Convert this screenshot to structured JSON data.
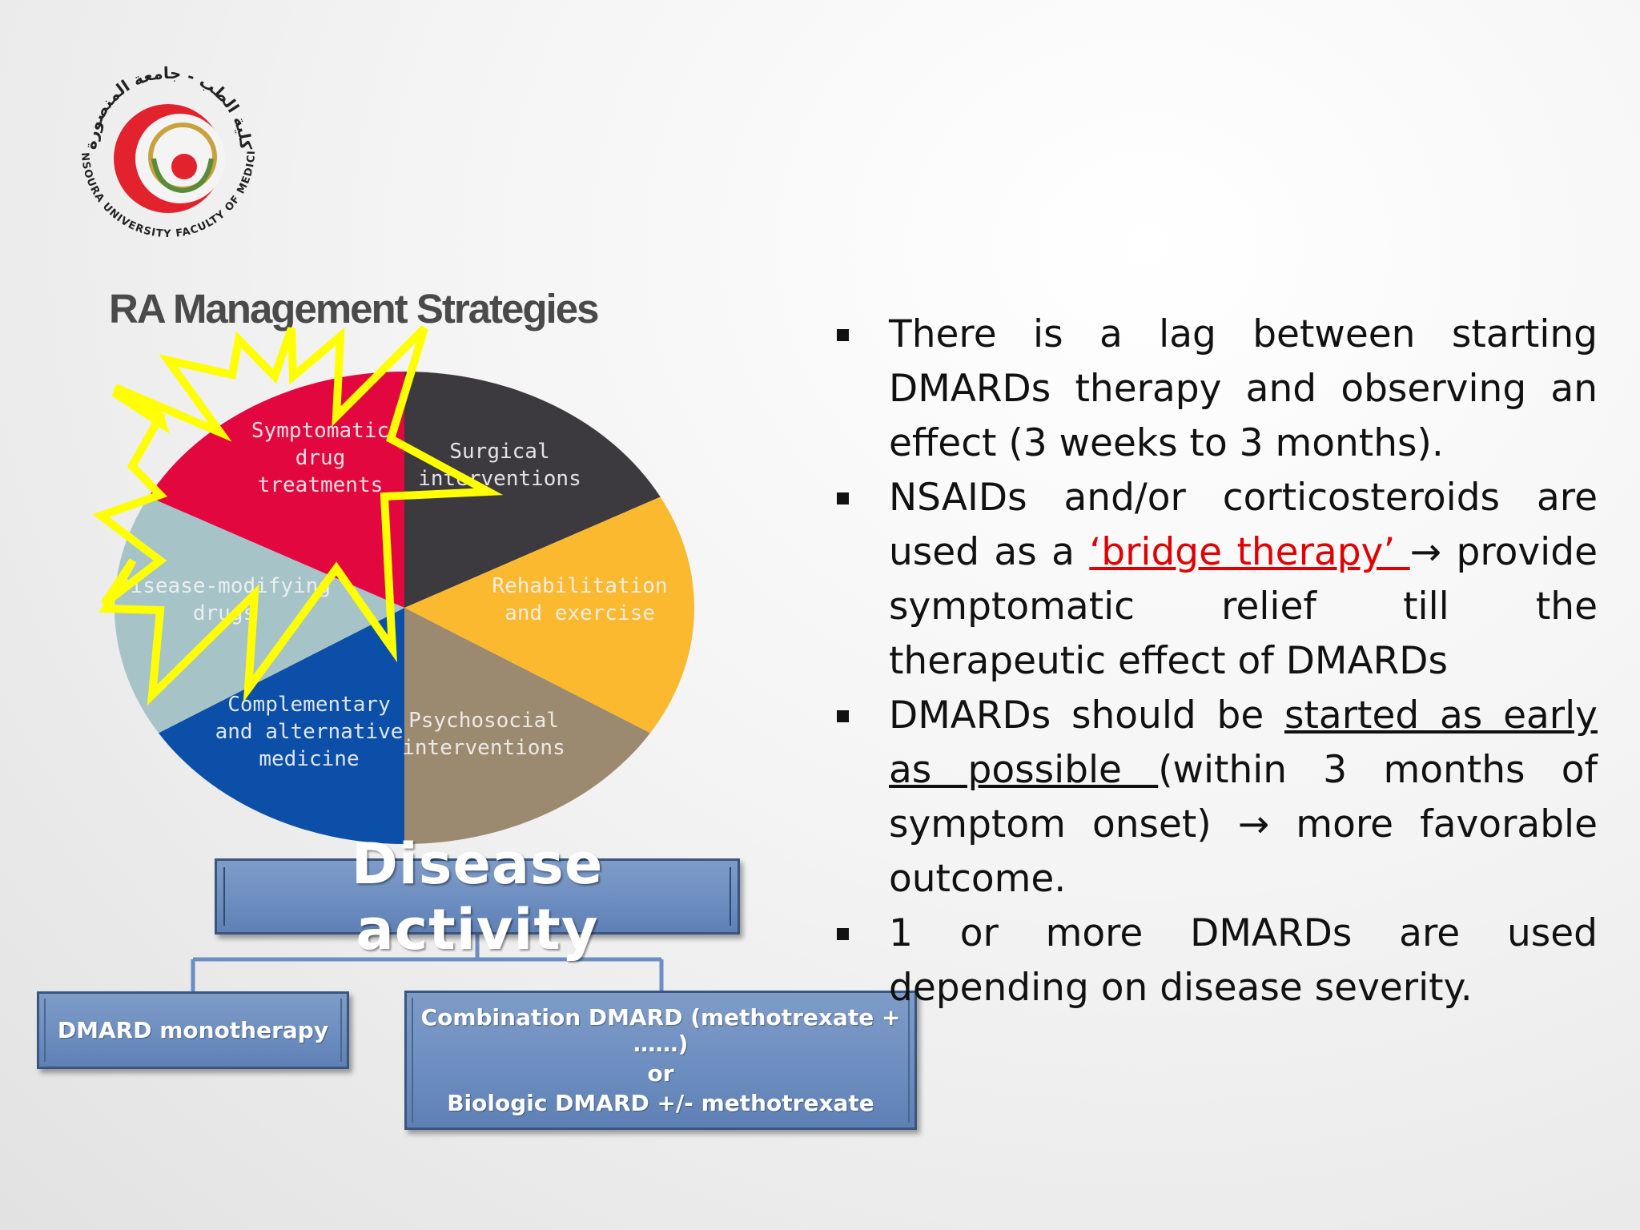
{
  "logo": {
    "arabic_text": "كلية الطب - جامعة المنصورة",
    "english_text": "MANSOURA UNIVERSITY FACULTY OF MEDICINE",
    "colors": {
      "crescent": "#e2232e",
      "emblem": "#c8a23c",
      "wreath": "#5a8a3a"
    }
  },
  "pie": {
    "title": "RA Management Strategies",
    "slices": [
      {
        "label": [
          "Symptomatic",
          "drug",
          "treatments"
        ],
        "color": "#e2073f"
      },
      {
        "label": [
          "Surgical",
          "interventions"
        ],
        "color": "#3c3a3f"
      },
      {
        "label": [
          "Rehabilitation",
          "and exercise"
        ],
        "color": "#fbb930"
      },
      {
        "label": [
          "Psychosocial",
          "interventions"
        ],
        "color": "#9c8a70"
      },
      {
        "label": [
          "Complementary",
          "and alternative",
          "medicine"
        ],
        "color": "#0b4fa8"
      },
      {
        "label": [
          "Disease-modifying",
          "drugs"
        ],
        "color": "#a6c3c8"
      }
    ],
    "highlight_color": "#ffff00"
  },
  "tree": {
    "root": "Disease activity",
    "left": "DMARD monotherapy",
    "right": {
      "line1": "Combination DMARD (methotrexate + ……)",
      "line2": "or",
      "line3": "Biologic DMARD +/- methotrexate"
    }
  },
  "bullets": {
    "b1": "There is a lag between starting DMARDs therapy and observing an effect (3 weeks to 3 months).",
    "b2_a": "NSAIDs and/or corticosteroids are used as a ",
    "b2_red": "‘bridge therapy’ ",
    "b2_b": " provide symptomatic relief till the therapeutic effect of DMARDs",
    "b3_a": "DMARDs should be ",
    "b3_u": "started as early as possible ",
    "b3_b": "(within 3 months of symptom onset) ",
    "b3_c": " more favorable outcome.",
    "b4": "1 or more DMARDs are used depending on disease severity.",
    "arrow": "→"
  }
}
